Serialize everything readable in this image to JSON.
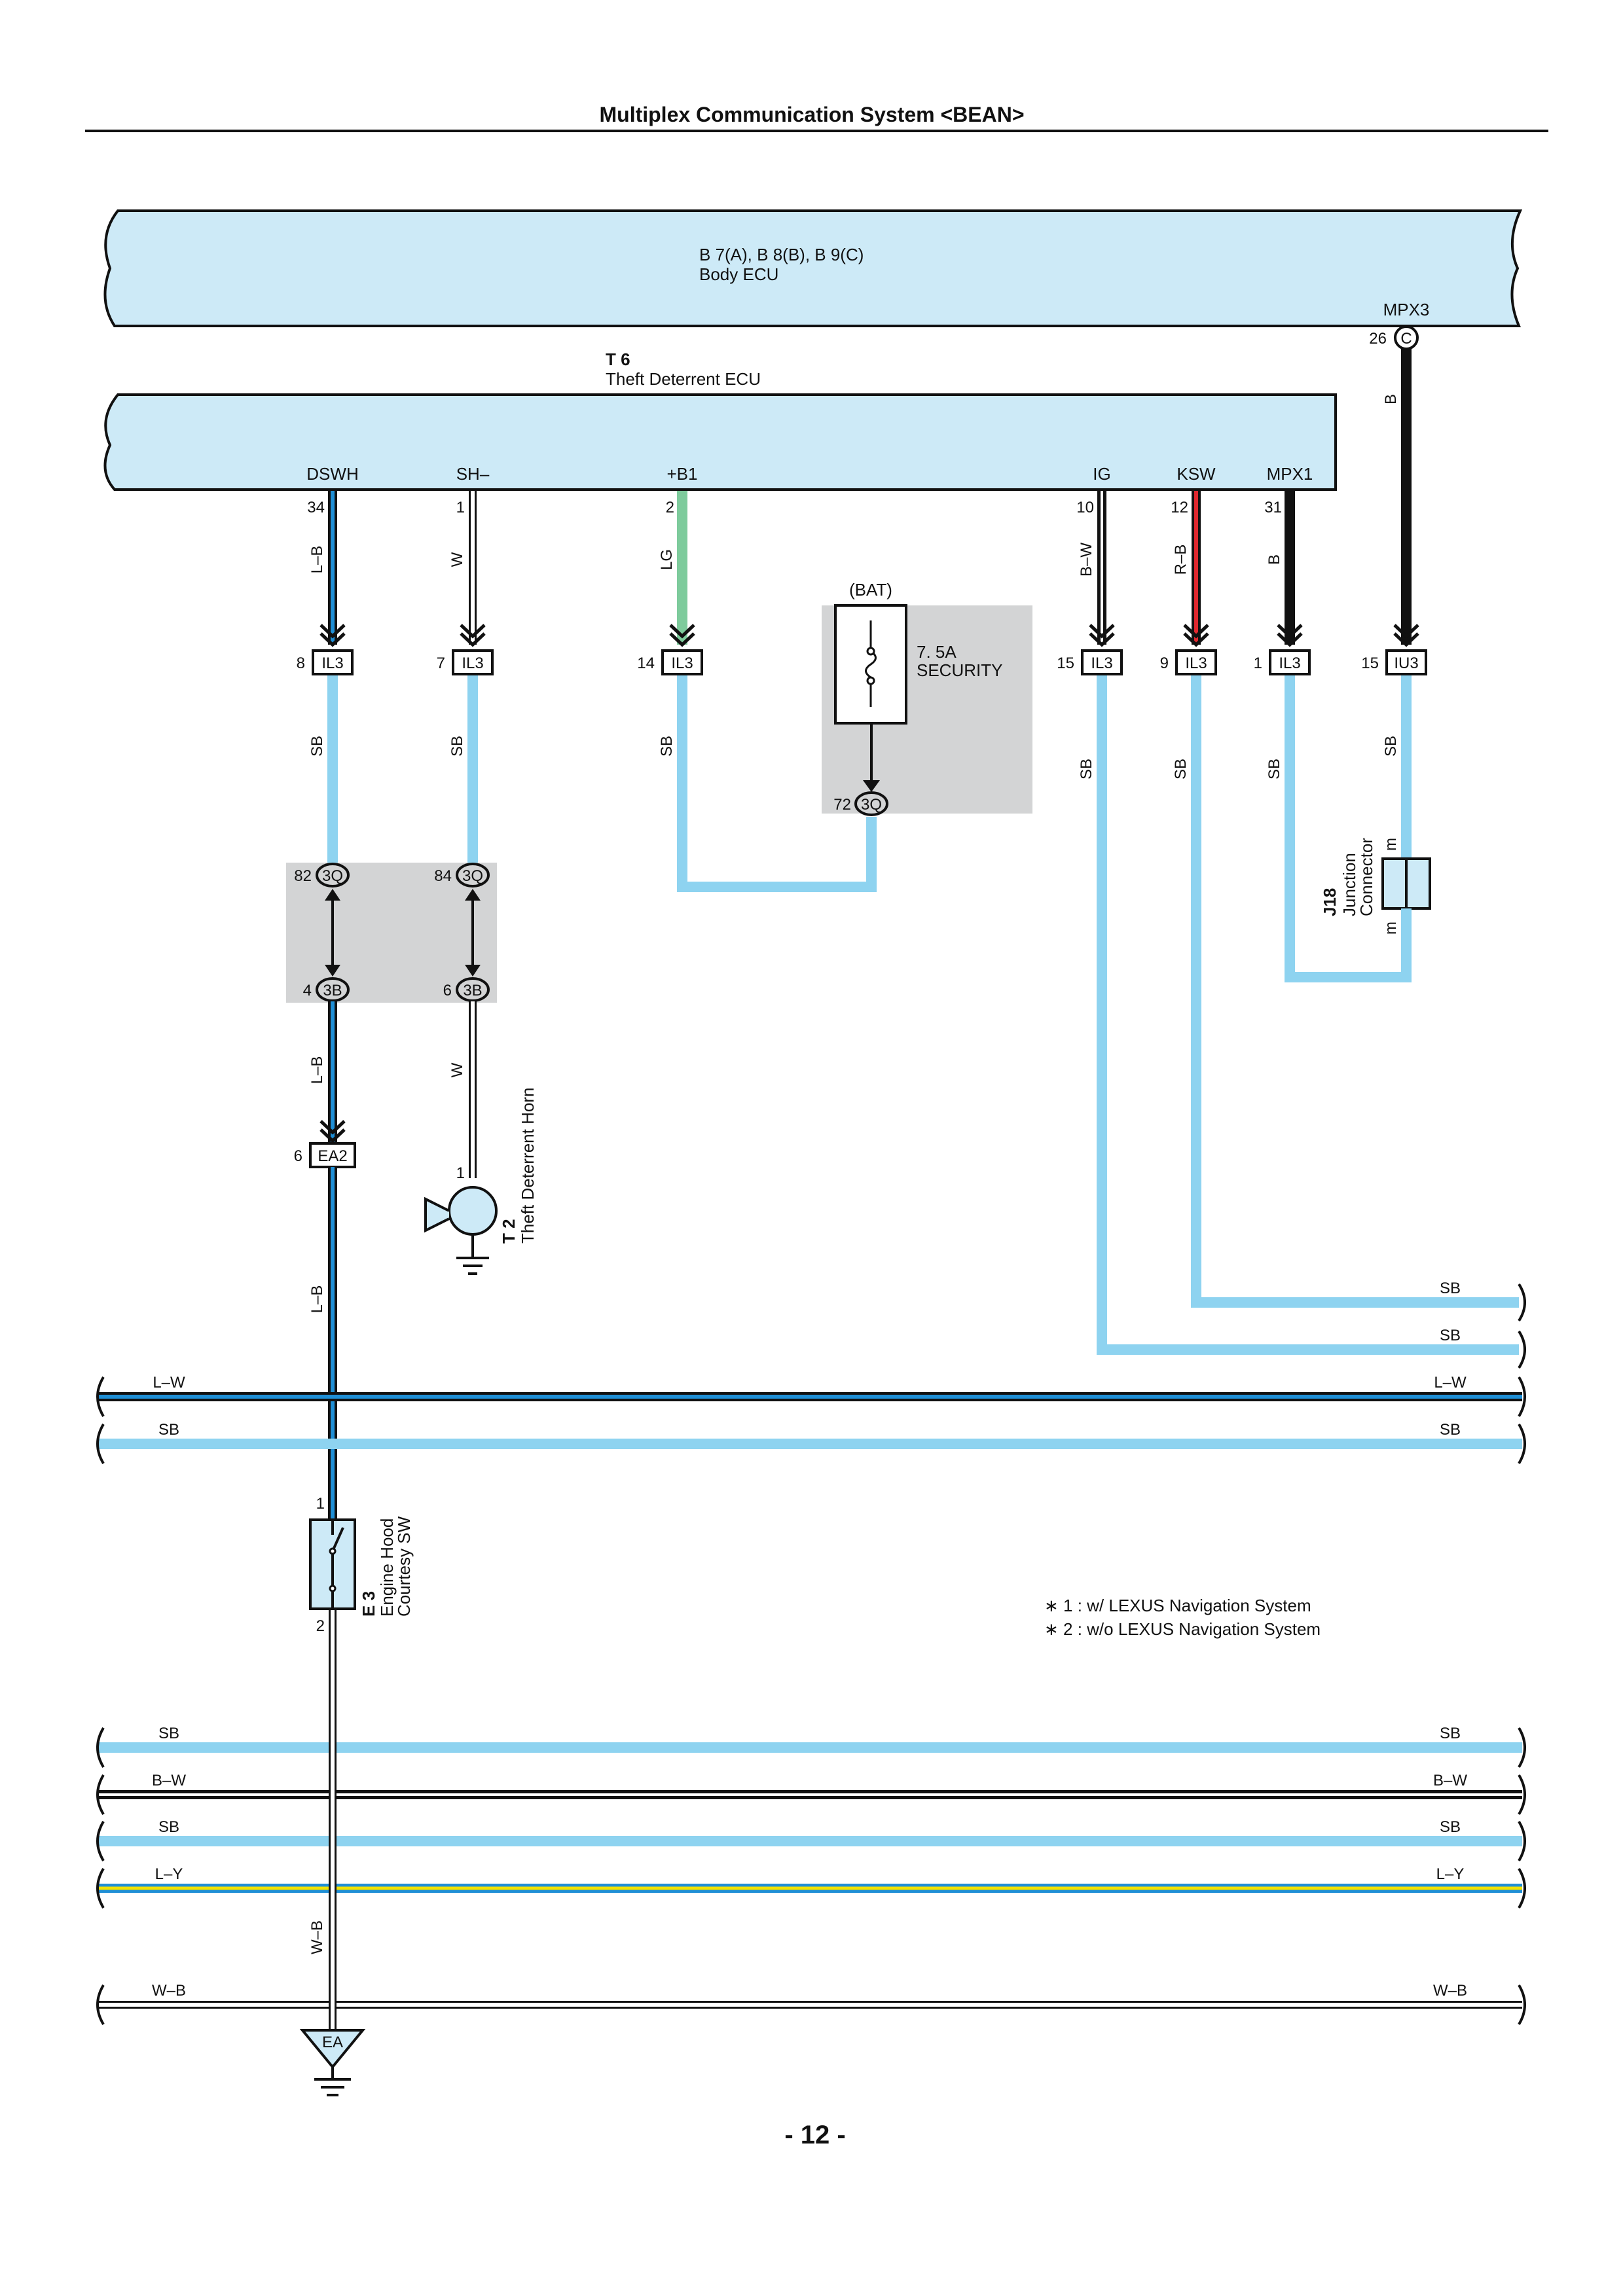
{
  "page": {
    "title": "Multiplex Communication System <BEAN>",
    "page_number": "- 12 -"
  },
  "colors": {
    "sky": "#8ed3f0",
    "ecu_fill": "#cdeaf7",
    "shade": "#d3d4d5",
    "wire_blue": "#1f8fd6",
    "wire_green": "#7ecb9c",
    "wire_red": "#e0282f",
    "wire_yellow": "#f2e200",
    "black": "#111111"
  },
  "components": {
    "body_ecu": {
      "id": "B 7(A), B 8(B), B 9(C)",
      "name": "Body ECU",
      "terminal": "MPX3",
      "pin": "26",
      "connector": "C"
    },
    "theft_ecu": {
      "id": "T 6",
      "name": "Theft Deterrent ECU",
      "terminals": [
        {
          "name": "DSWH",
          "pin": "34",
          "wire": "L–B"
        },
        {
          "name": "SH–",
          "pin": "1",
          "wire": "W"
        },
        {
          "name": "+B1",
          "pin": "2",
          "wire": "LG"
        },
        {
          "name": "IG",
          "pin": "10",
          "wire": "B–W"
        },
        {
          "name": "KSW",
          "pin": "12",
          "wire": "R–B"
        },
        {
          "name": "MPX1",
          "pin": "31",
          "wire": "B"
        }
      ]
    },
    "mpx3_wire": "B",
    "junction_row": [
      {
        "pin": "8",
        "conn": "IL3"
      },
      {
        "pin": "7",
        "conn": "IL3"
      },
      {
        "pin": "14",
        "conn": "IL3"
      },
      {
        "pin": "15",
        "conn": "IL3"
      },
      {
        "pin": "9",
        "conn": "IL3"
      },
      {
        "pin": "1",
        "conn": "IL3"
      },
      {
        "pin": "15",
        "conn": "IU3"
      }
    ],
    "sb_label": "SB",
    "fuse": {
      "source": "(BAT)",
      "rating": "7. 5A",
      "name": "SECURITY",
      "pin": "72",
      "conn": "3Q"
    },
    "block": [
      {
        "pin": "82",
        "conn": "3Q"
      },
      {
        "pin": "84",
        "conn": "3Q"
      },
      {
        "pin": "4",
        "conn": "3B"
      },
      {
        "pin": "6",
        "conn": "3B"
      }
    ],
    "ea2": {
      "pin": "6",
      "conn": "EA2",
      "wire_below": "L–B"
    },
    "horn": {
      "id": "T 2",
      "name": "Theft Deterrent Horn",
      "pin": "1",
      "wire": "W"
    },
    "j18": {
      "id": "J18",
      "name1": "Junction",
      "name2": "Connector",
      "pin_label": "m"
    },
    "hood_sw": {
      "id": "E 3",
      "name1": "Engine Hood",
      "name2": "Courtesy SW",
      "pin1": "1",
      "pin2": "2",
      "wire": "W–B"
    },
    "ground": {
      "label": "EA"
    }
  },
  "buses": {
    "right_sb_1": "SB",
    "right_sb_2": "SB",
    "group1": [
      {
        "label": "L–W"
      },
      {
        "label": "SB"
      }
    ],
    "group2": [
      {
        "label": "SB"
      },
      {
        "label": "B–W"
      },
      {
        "label": "SB"
      },
      {
        "label": "L–Y"
      }
    ],
    "group3": [
      {
        "label": "W–B"
      }
    ]
  },
  "notes": [
    "∗ 1 : w/ LEXUS Navigation System",
    "∗ 2 : w/o LEXUS Navigation System"
  ]
}
